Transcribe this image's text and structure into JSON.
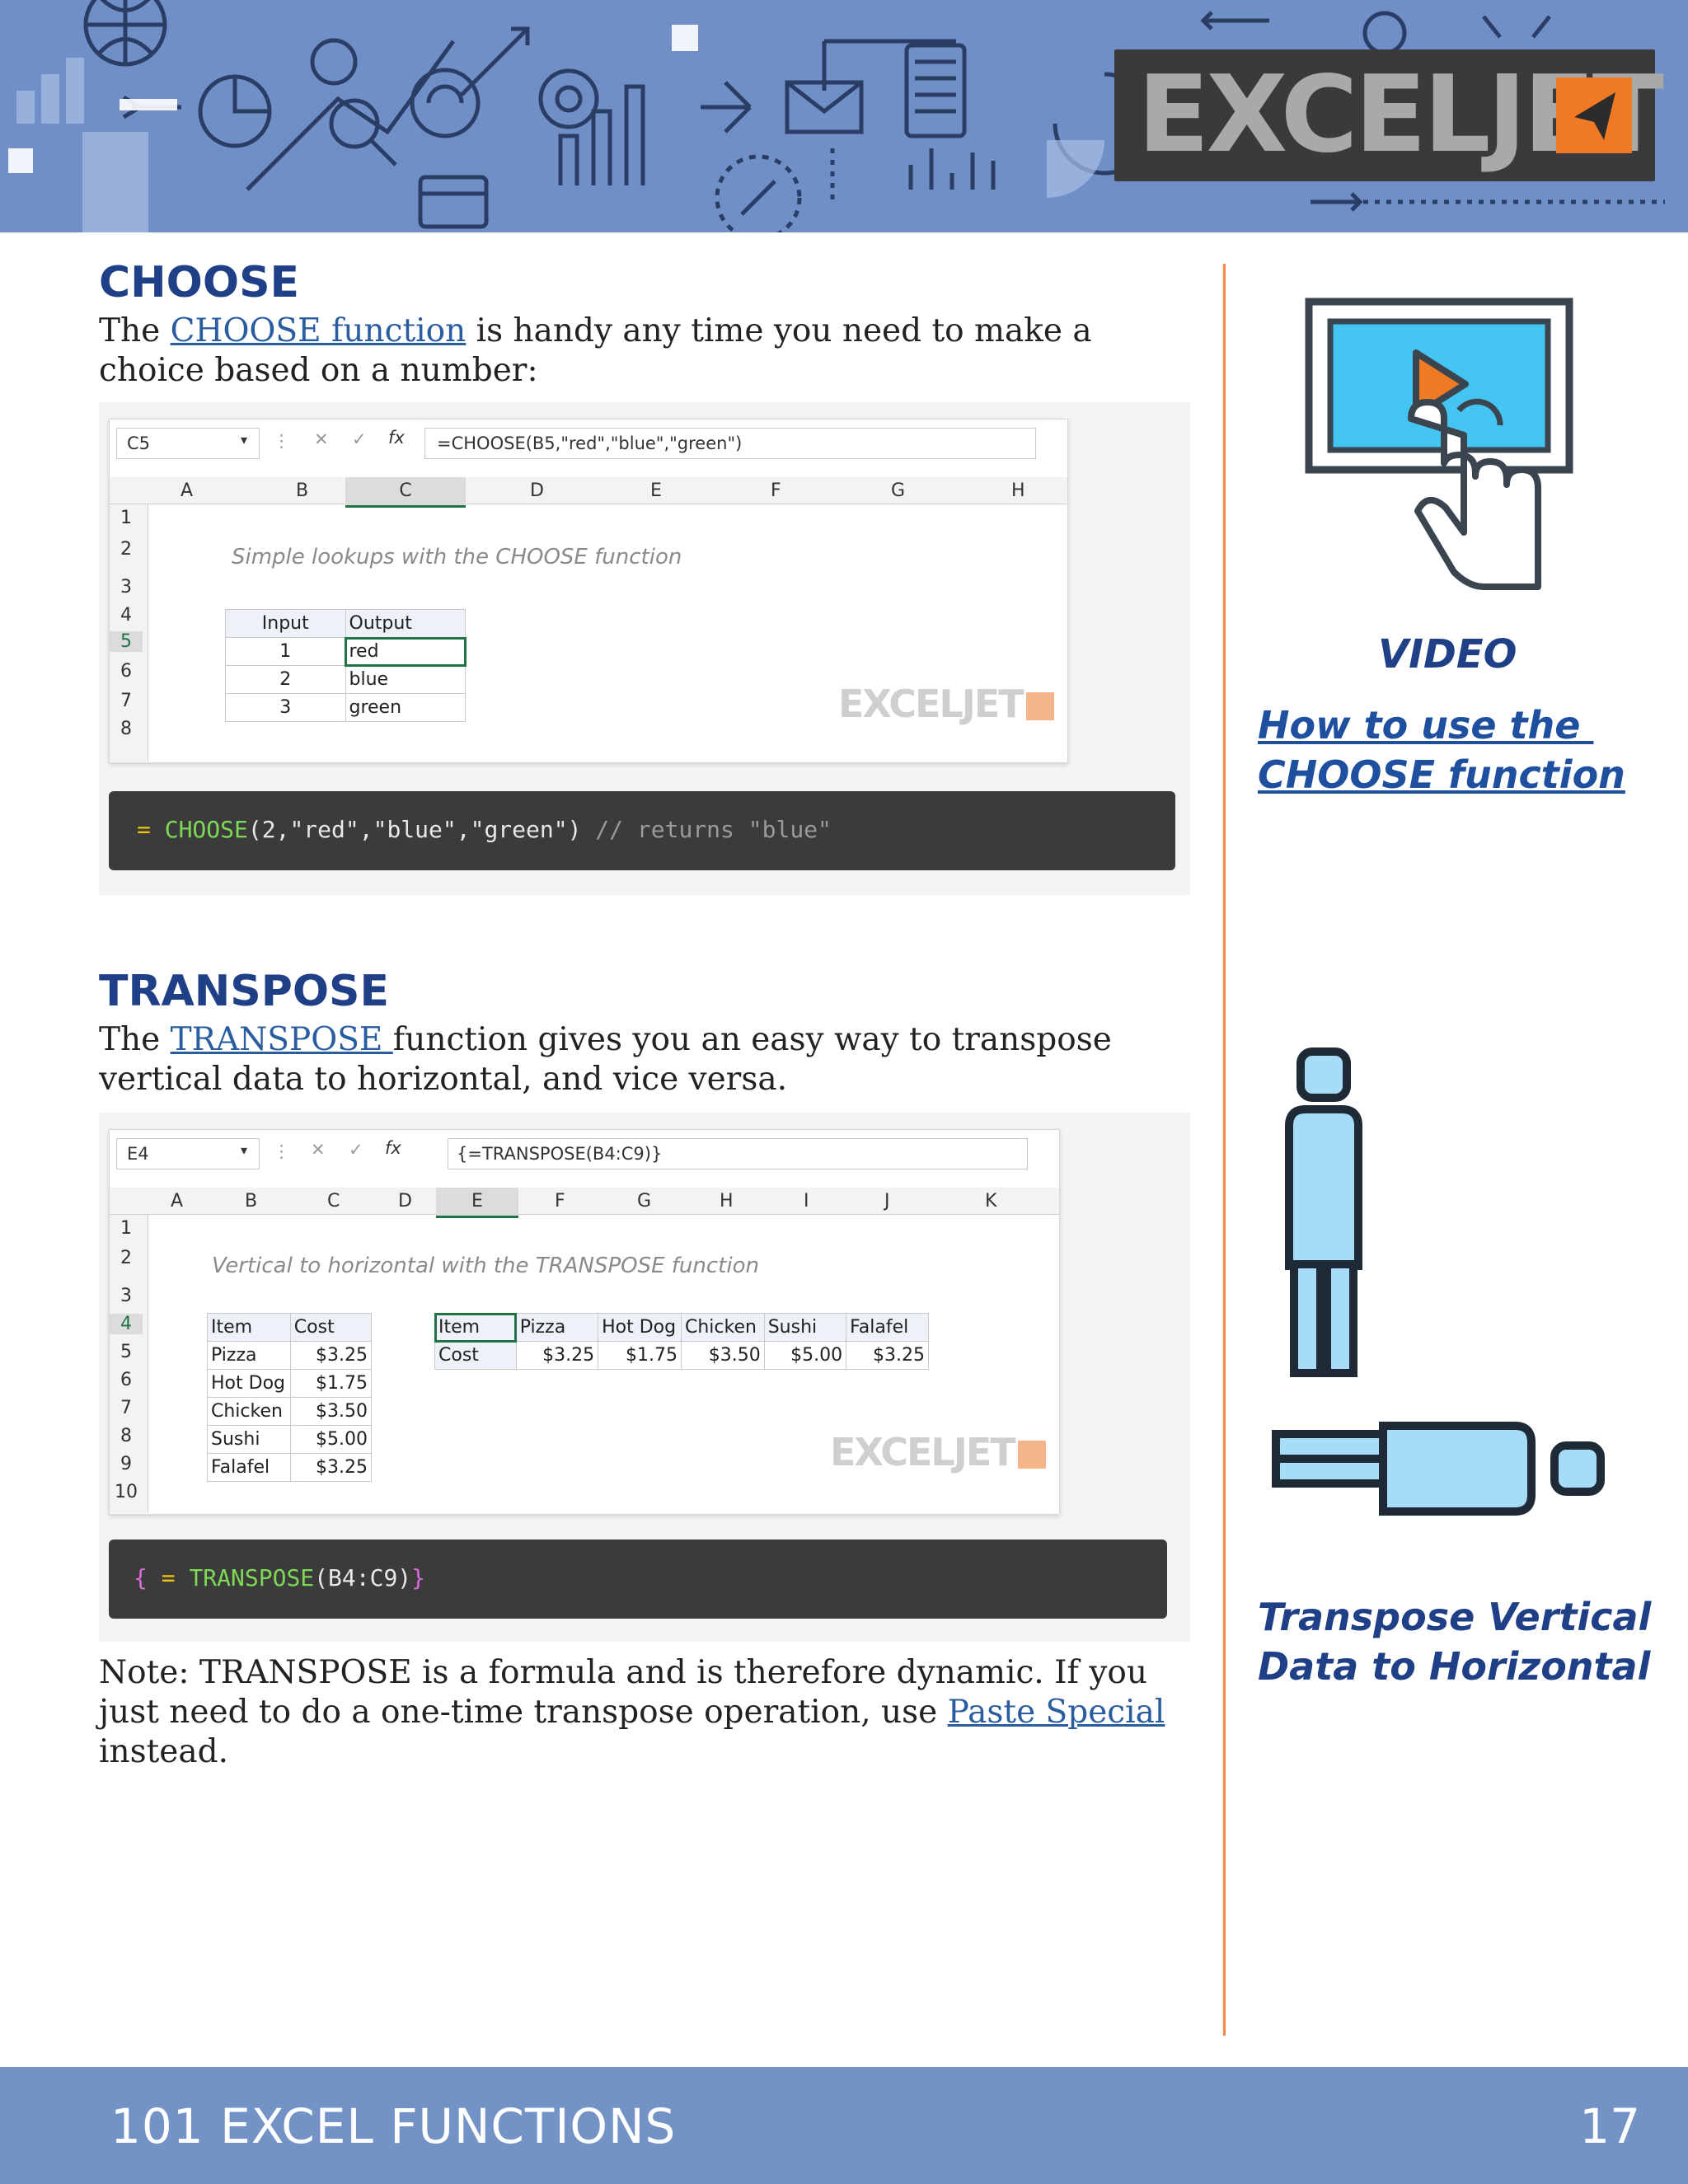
{
  "header": {
    "logo_text": "EXCELJET"
  },
  "choose": {
    "heading": "CHOOSE",
    "intro_before": "The ",
    "intro_link": "CHOOSE function",
    "intro_after": " is handy any time you need to make a choice based on a number:",
    "sheet": {
      "name_box": "C5",
      "formula": "=CHOOSE(B5,\"red\",\"blue\",\"green\")",
      "columns": [
        "A",
        "B",
        "C",
        "D",
        "E",
        "F",
        "G",
        "H"
      ],
      "rows": [
        "1",
        "2",
        "3",
        "4",
        "5",
        "6",
        "7",
        "8"
      ],
      "title": "Simple lookups with the CHOOSE function",
      "table_headers": [
        "Input",
        "Output"
      ],
      "table_rows": [
        [
          "1",
          "red"
        ],
        [
          "2",
          "blue"
        ],
        [
          "3",
          "green"
        ]
      ],
      "watermark": "EXCELJET"
    },
    "code": {
      "eq": "= ",
      "fn": "CHOOSE",
      "args": "(2,\"red\",\"blue\",\"green\")",
      "comment": " // returns \"blue\""
    }
  },
  "transpose": {
    "heading": "TRANSPOSE",
    "intro_before": "The ",
    "intro_link": "TRANSPOSE ",
    "intro_after": "function gives you an easy way to transpose vertical data to horizontal, and vice versa.",
    "sheet": {
      "name_box": "E4",
      "formula": "{=TRANSPOSE(B4:C9)}",
      "columns": [
        "A",
        "B",
        "C",
        "D",
        "E",
        "F",
        "G",
        "H",
        "I",
        "J",
        "K"
      ],
      "rows": [
        "1",
        "2",
        "3",
        "4",
        "5",
        "6",
        "7",
        "8",
        "9",
        "10"
      ],
      "title": "Vertical to horizontal with the TRANSPOSE function",
      "vertical_headers": [
        "Item",
        "Cost"
      ],
      "vertical_rows": [
        [
          "Pizza",
          "$3.25"
        ],
        [
          "Hot Dog",
          "$1.75"
        ],
        [
          "Chicken",
          "$3.50"
        ],
        [
          "Sushi",
          "$5.00"
        ],
        [
          "Falafel",
          "$3.25"
        ]
      ],
      "horizontal_row1": [
        "Item",
        "Pizza",
        "Hot Dog",
        "Chicken",
        "Sushi",
        "Falafel"
      ],
      "horizontal_row2": [
        "Cost",
        "$3.25",
        "$1.75",
        "$3.50",
        "$5.00",
        "$3.25"
      ],
      "watermark": "EXCELJET"
    },
    "code": {
      "open": "{ ",
      "eq": "= ",
      "fn": "TRANSPOSE",
      "args": "(B4:C9)",
      "close": "}"
    },
    "note_before": "Note: TRANSPOSE is a formula and is therefore dynamic. If you just need to do a one-time transpose operation, use ",
    "note_link": "Paste Special",
    "note_after": " instead."
  },
  "sidebar": {
    "video_label": "VIDEO",
    "video_link_line1": "How to use the ",
    "video_link_line2": "CHOOSE function",
    "transpose_caption_line1": "Transpose Vertical",
    "transpose_caption_line2": "Data to Horizontal"
  },
  "footer": {
    "title": "101 EXCEL FUNCTIONS",
    "page_number": "17"
  }
}
